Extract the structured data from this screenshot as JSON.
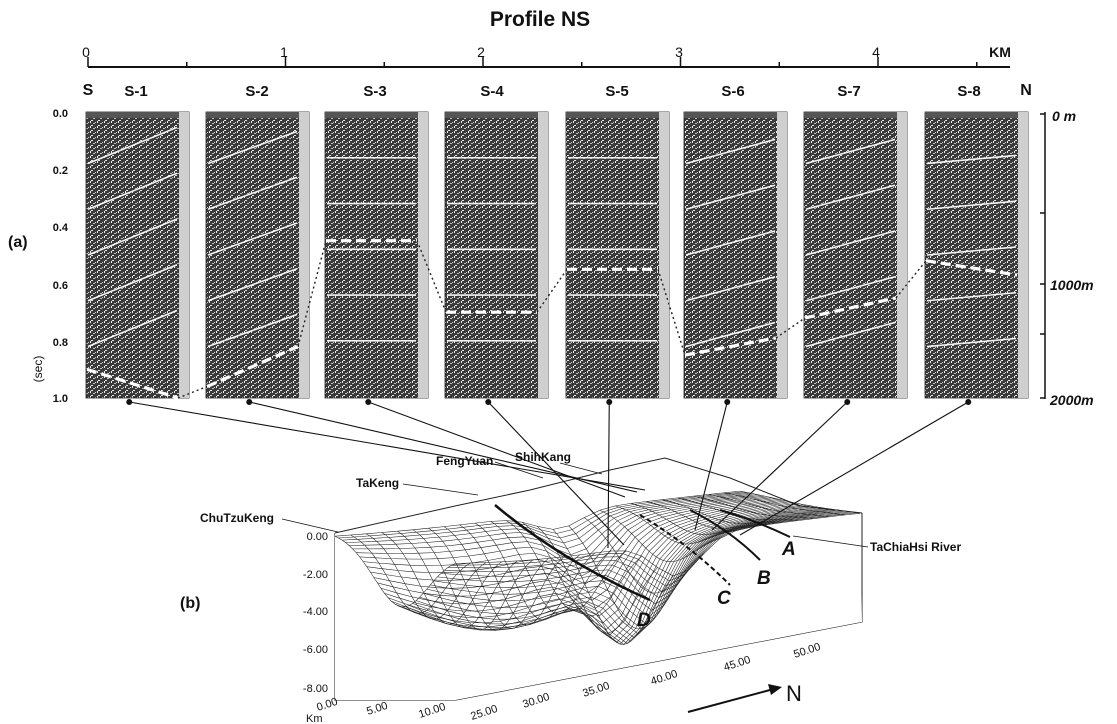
{
  "title": "Profile NS",
  "km_scale": {
    "labels": [
      "0",
      "1",
      "2",
      "3",
      "4"
    ],
    "unit": "KM",
    "start_label": "S",
    "end_label": "N"
  },
  "sections": [
    {
      "name": "S-1",
      "horizon_dip": 0.45,
      "basement_start": 0.9,
      "basement_end": 1.0
    },
    {
      "name": "S-2",
      "horizon_dip": 0.4,
      "basement_start": 0.96,
      "basement_end": 0.82
    },
    {
      "name": "S-3",
      "horizon_dip": 0.0,
      "basement_start": 0.45,
      "basement_end": 0.45
    },
    {
      "name": "S-4",
      "horizon_dip": 0.0,
      "basement_start": 0.7,
      "basement_end": 0.7
    },
    {
      "name": "S-5",
      "horizon_dip": 0.0,
      "basement_start": 0.55,
      "basement_end": 0.55
    },
    {
      "name": "S-6",
      "horizon_dip": 0.3,
      "basement_start": 0.85,
      "basement_end": 0.79
    },
    {
      "name": "S-7",
      "horizon_dip": 0.3,
      "basement_start": 0.72,
      "basement_end": 0.65
    },
    {
      "name": "S-8",
      "horizon_dip": 0.1,
      "basement_start": 0.52,
      "basement_end": 0.57
    }
  ],
  "time_axis": {
    "label": "(sec)",
    "ticks": [
      "0.0",
      "0.2",
      "0.4",
      "0.6",
      "0.8",
      "1.0"
    ]
  },
  "depth_axis": {
    "ticks": [
      "0 m",
      "1000m",
      "2000m"
    ]
  },
  "panel_labels": {
    "a": "(a)",
    "b": "(b)"
  },
  "places": {
    "chutzukeng": "ChuTzuKeng",
    "takeng": "TaKeng",
    "fengyuan": "FengYuan",
    "shihkang": "ShihKang",
    "river": "TaChiaHsi River"
  },
  "fault_letters": [
    "A",
    "B",
    "C",
    "D"
  ],
  "block_axes": {
    "z_ticks": [
      "0.00",
      "-2.00",
      "-4.00",
      "-6.00",
      "-8.00"
    ],
    "x_ticks": [
      "0.00",
      "5.00",
      "10.00"
    ],
    "x_unit": "Km",
    "y_ticks": [
      "25.00",
      "30.00",
      "35.00",
      "40.00",
      "45.00",
      "50.00"
    ],
    "north_label": "N"
  }
}
